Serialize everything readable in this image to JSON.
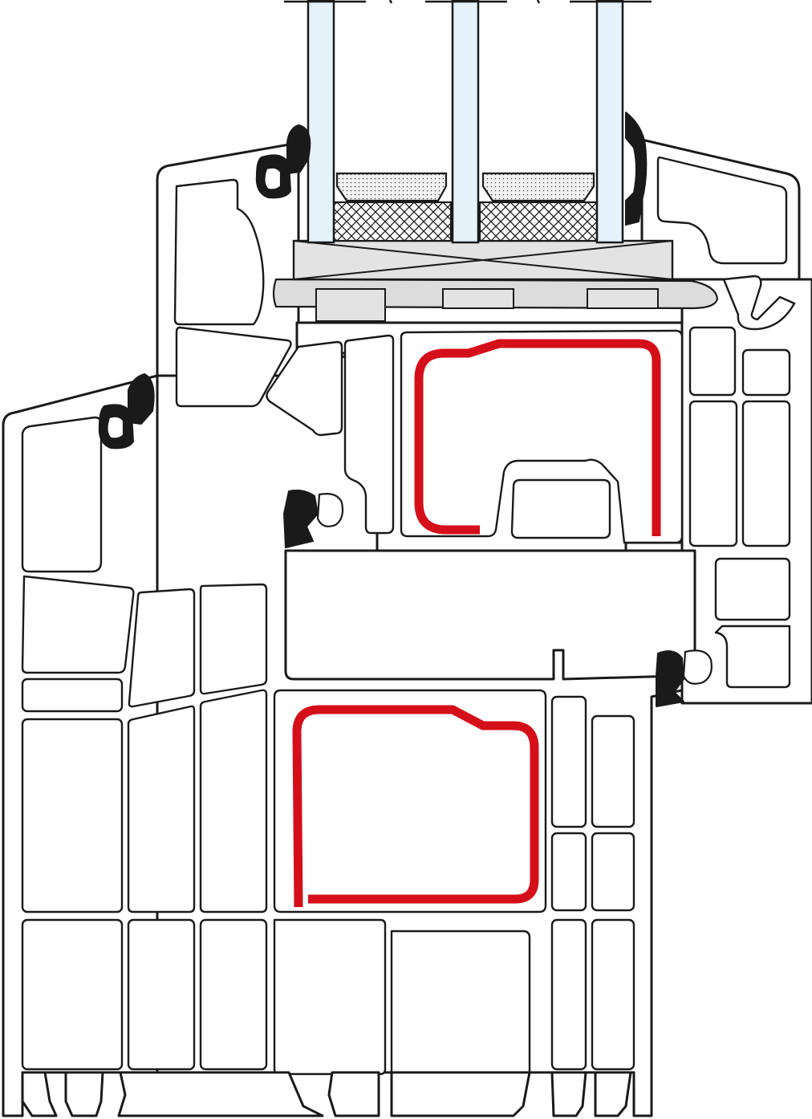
{
  "colors": {
    "outline": "#1a1a1a",
    "profile_fill": "#ffffff",
    "steel_reinforcement": "#d40f1a",
    "glass_pane": "#e6f2fa",
    "gasket": "#1a1a1a",
    "glazing_bead": "#dcdcdc",
    "spacer_fill": "#e3e3e3"
  },
  "icons": {
    "steel_reinforcement": "u-shaped-reinforcement-outline",
    "gasket": "black-seal-profile",
    "glass": "triple-glazing-panes"
  }
}
